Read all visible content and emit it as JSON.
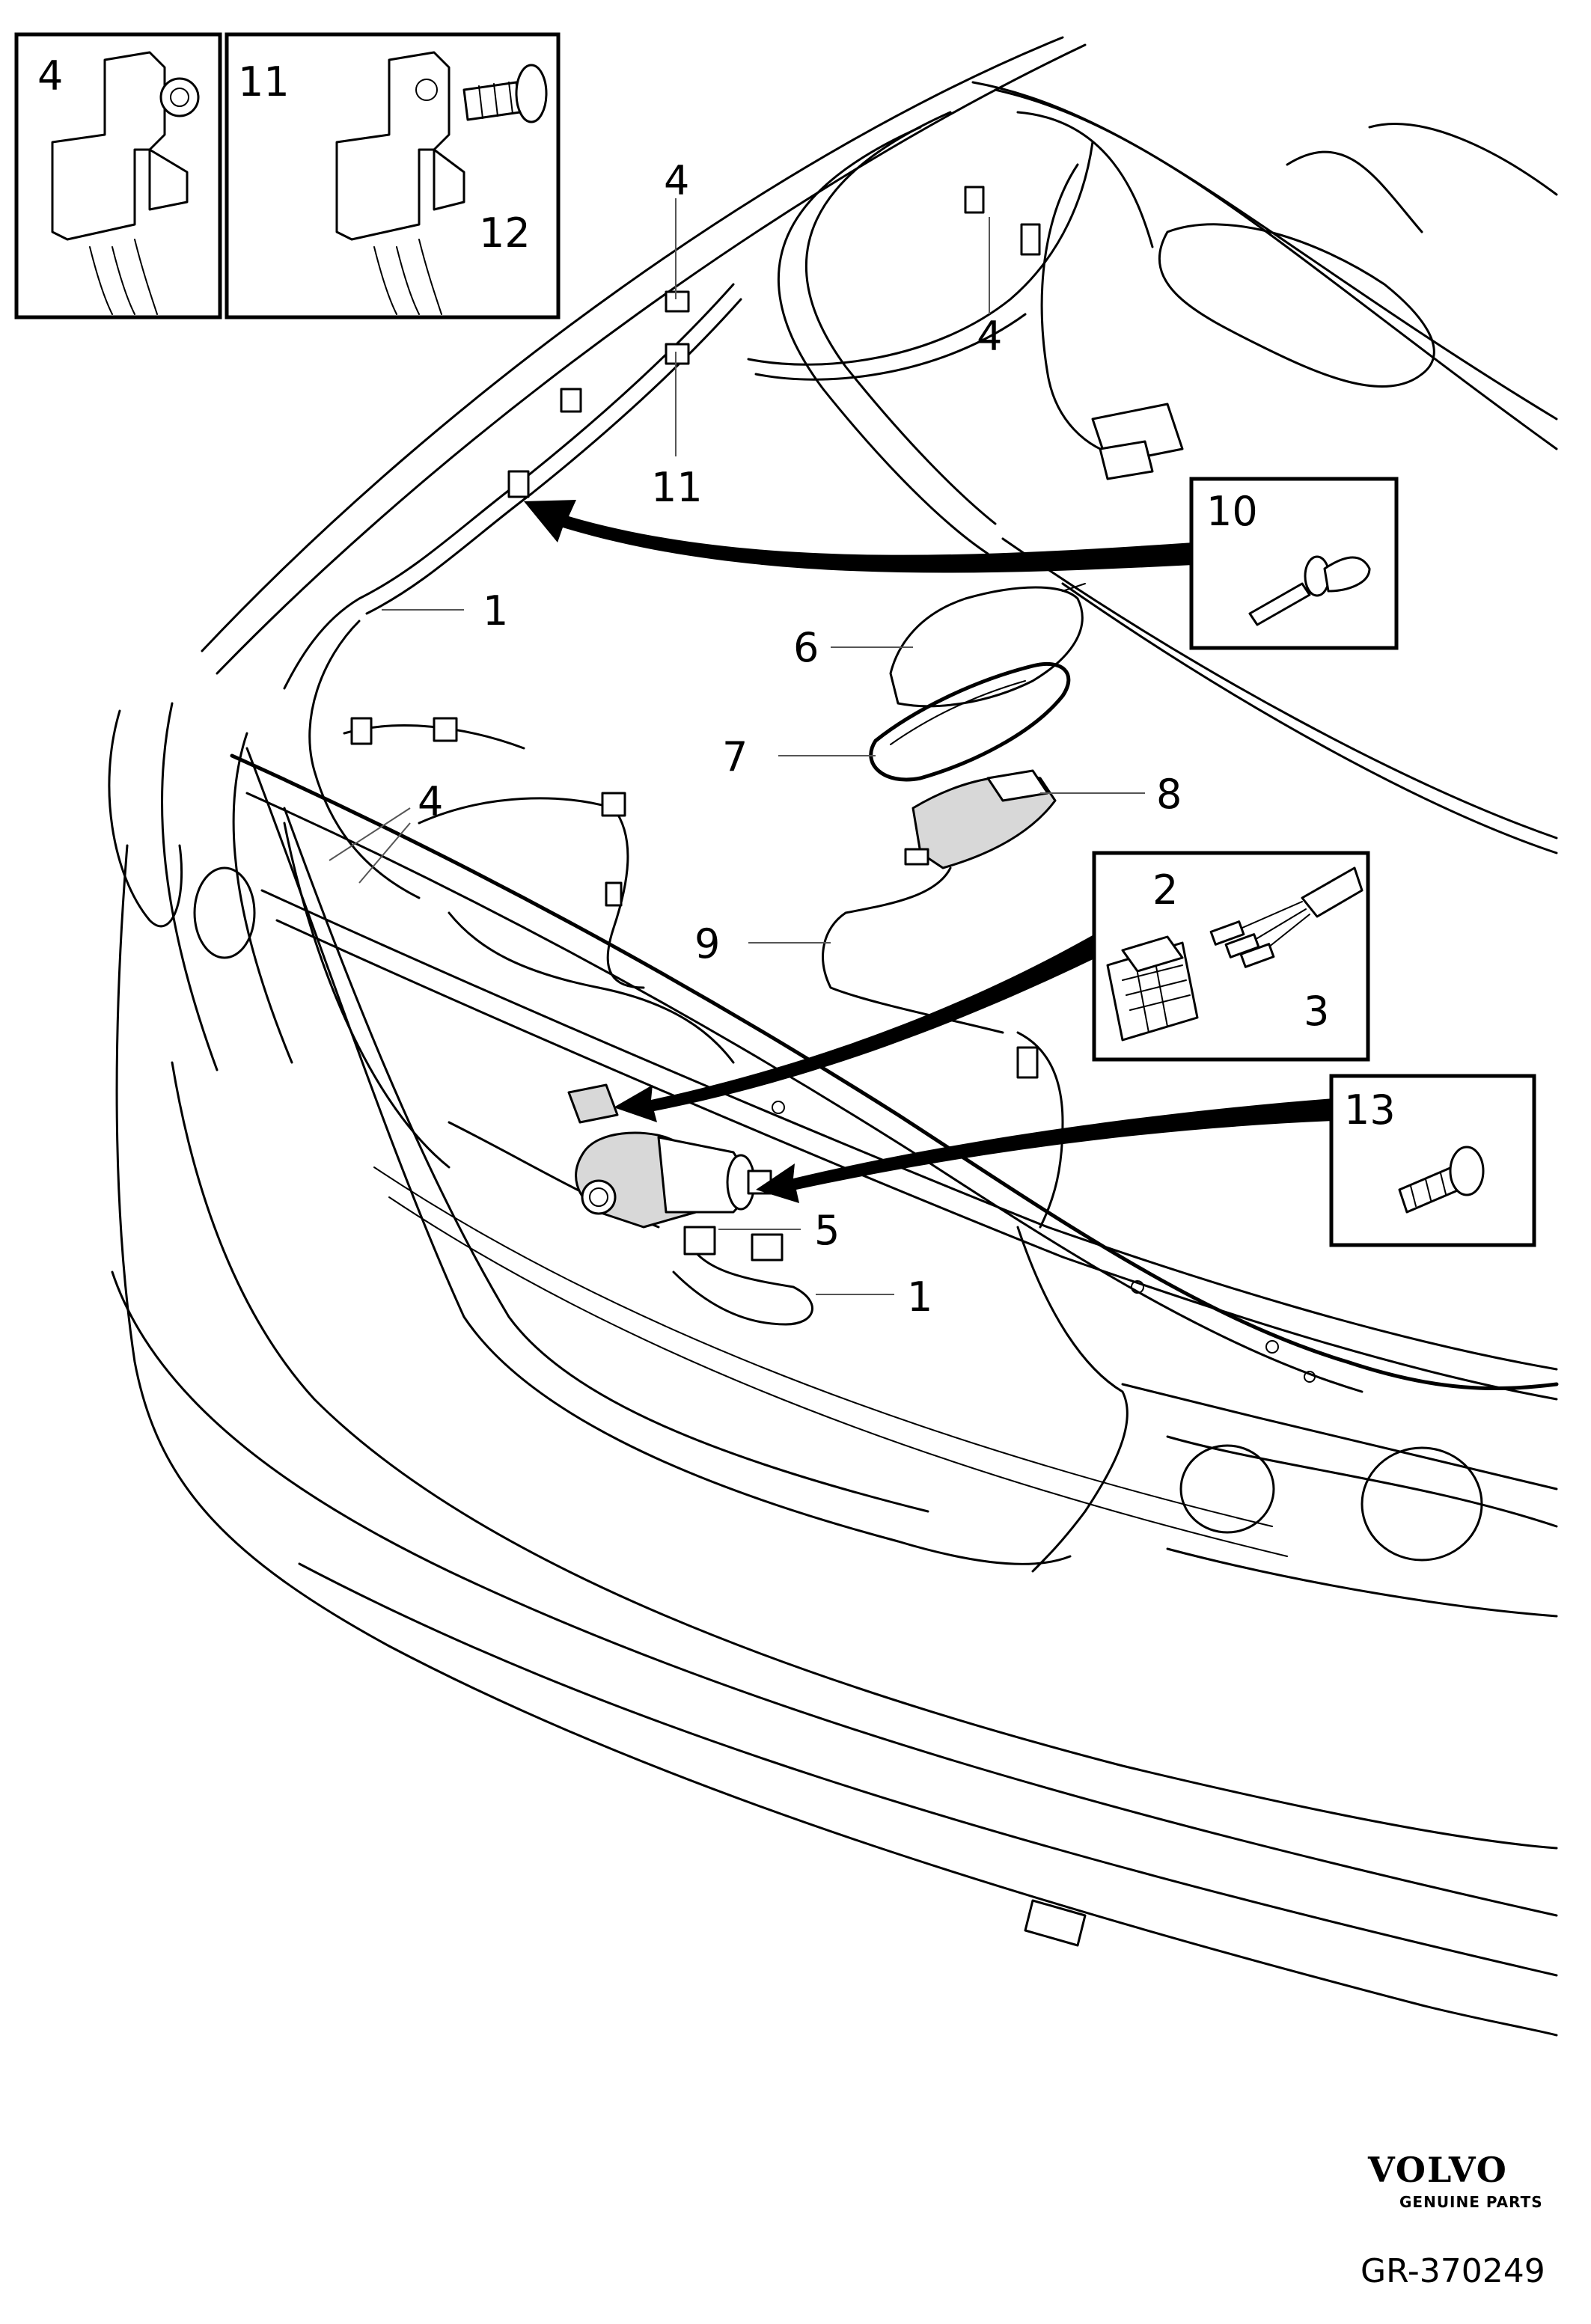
{
  "diagram": {
    "callouts": {
      "inset_a_part": "4",
      "inset_b_clip": "11",
      "inset_b_screw": "12",
      "clip_top_a": "4",
      "clip_top_b": "4",
      "clip_top_c": "11",
      "harness_upper": "1",
      "clip_left": "4",
      "antenna_cover": "6",
      "gasket": "7",
      "antenna_amp": "8",
      "antenna_cable": "9",
      "rivet": "10",
      "wire": "2",
      "connector": "3",
      "motor": "5",
      "harness_lower": "1",
      "screw": "13"
    },
    "brand": {
      "logo_text": "VOLVO",
      "tagline": "GENUINE PARTS",
      "figure_code": "GR-370249"
    }
  }
}
